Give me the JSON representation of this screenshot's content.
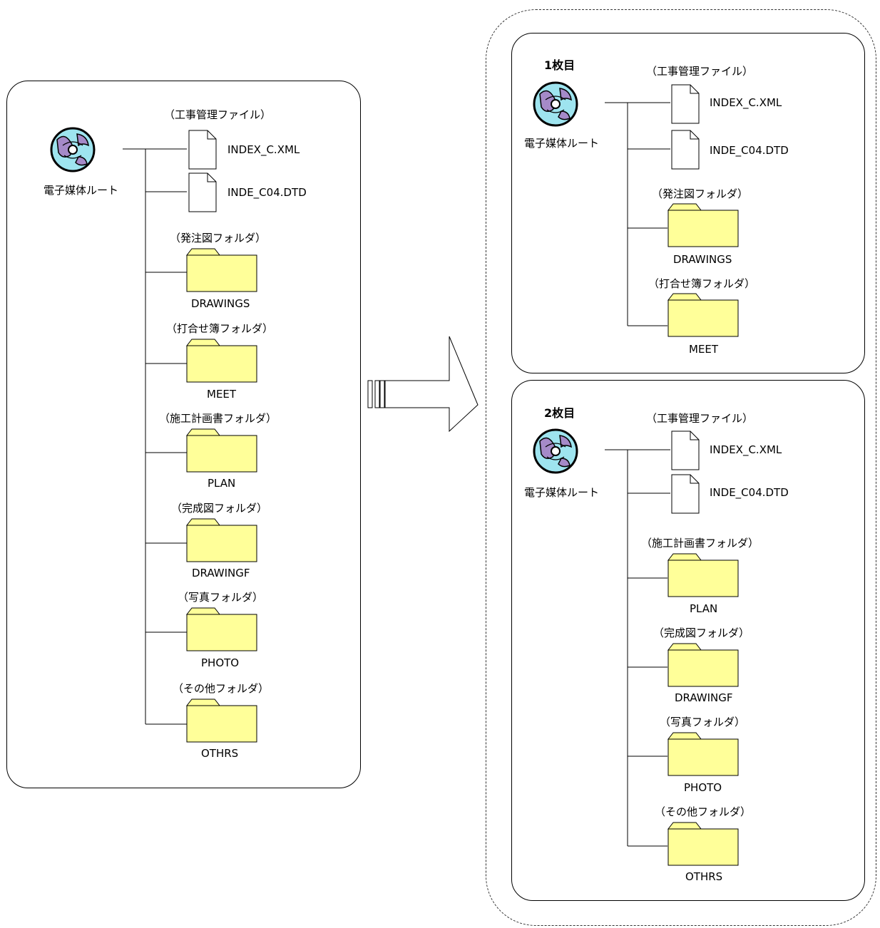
{
  "source": {
    "root_label": "電子媒体ルート",
    "files_caption": "（工事管理ファイル）",
    "files": [
      "INDEX_C.XML",
      "INDE_C04.DTD"
    ],
    "folders": [
      {
        "caption": "（発注図フォルダ）",
        "name": "DRAWINGS"
      },
      {
        "caption": "（打合せ簿フォルダ）",
        "name": "MEET"
      },
      {
        "caption": "（施工計画書フォルダ）",
        "name": "PLAN"
      },
      {
        "caption": "（完成図フォルダ）",
        "name": "DRAWINGF"
      },
      {
        "caption": "（写真フォルダ）",
        "name": "PHOTO"
      },
      {
        "caption": "（その他フォルダ）",
        "name": "OTHRS"
      }
    ]
  },
  "disc1": {
    "title": "1枚目",
    "root_label": "電子媒体ルート",
    "files_caption": "（工事管理ファイル）",
    "files": [
      "INDEX_C.XML",
      "INDE_C04.DTD"
    ],
    "folders": [
      {
        "caption": "（発注図フォルダ）",
        "name": "DRAWINGS"
      },
      {
        "caption": "（打合せ簿フォルダ）",
        "name": "MEET"
      }
    ]
  },
  "disc2": {
    "title": "2枚目",
    "root_label": "電子媒体ルート",
    "files_caption": "（工事管理ファイル）",
    "files": [
      "INDEX_C.XML",
      "INDE_C04.DTD"
    ],
    "folders": [
      {
        "caption": "（施工計画書フォルダ）",
        "name": "PLAN"
      },
      {
        "caption": "（完成図フォルダ）",
        "name": "DRAWINGF"
      },
      {
        "caption": "（写真フォルダ）",
        "name": "PHOTO"
      },
      {
        "caption": "（その他フォルダ）",
        "name": "OTHRS"
      }
    ]
  },
  "colors": {
    "folder_fill": "#ffff99",
    "cd_fill": "#a8e8f0",
    "cd_accent": "#9a7fc0",
    "line": "#000000"
  }
}
